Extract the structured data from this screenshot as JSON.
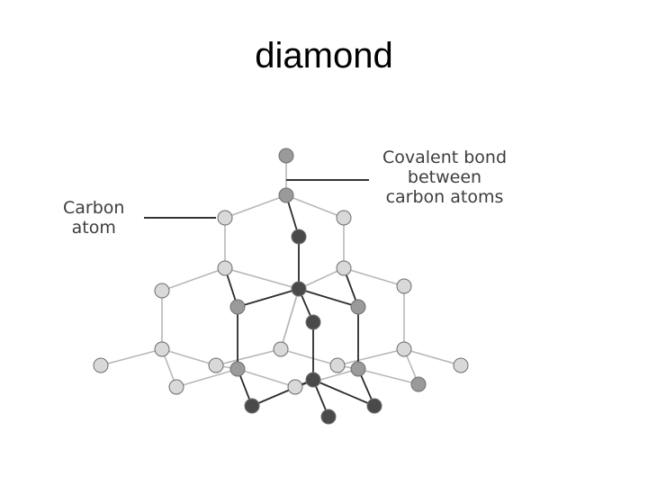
{
  "title": "diamond",
  "labels": {
    "carbon_atom": [
      "Carbon",
      "atom"
    ],
    "covalent_bond": [
      "Covalent bond",
      "between",
      "carbon atoms"
    ]
  },
  "colors": {
    "atom_light": "#d9d9d9",
    "atom_mid": "#9a9a9a",
    "atom_dark": "#4a4a4a",
    "bond_light": "#b8b8b8",
    "bond_dark": "#2b2b2b",
    "atom_stroke": "#6e6e6e",
    "pointer_line": "#333333"
  }
}
